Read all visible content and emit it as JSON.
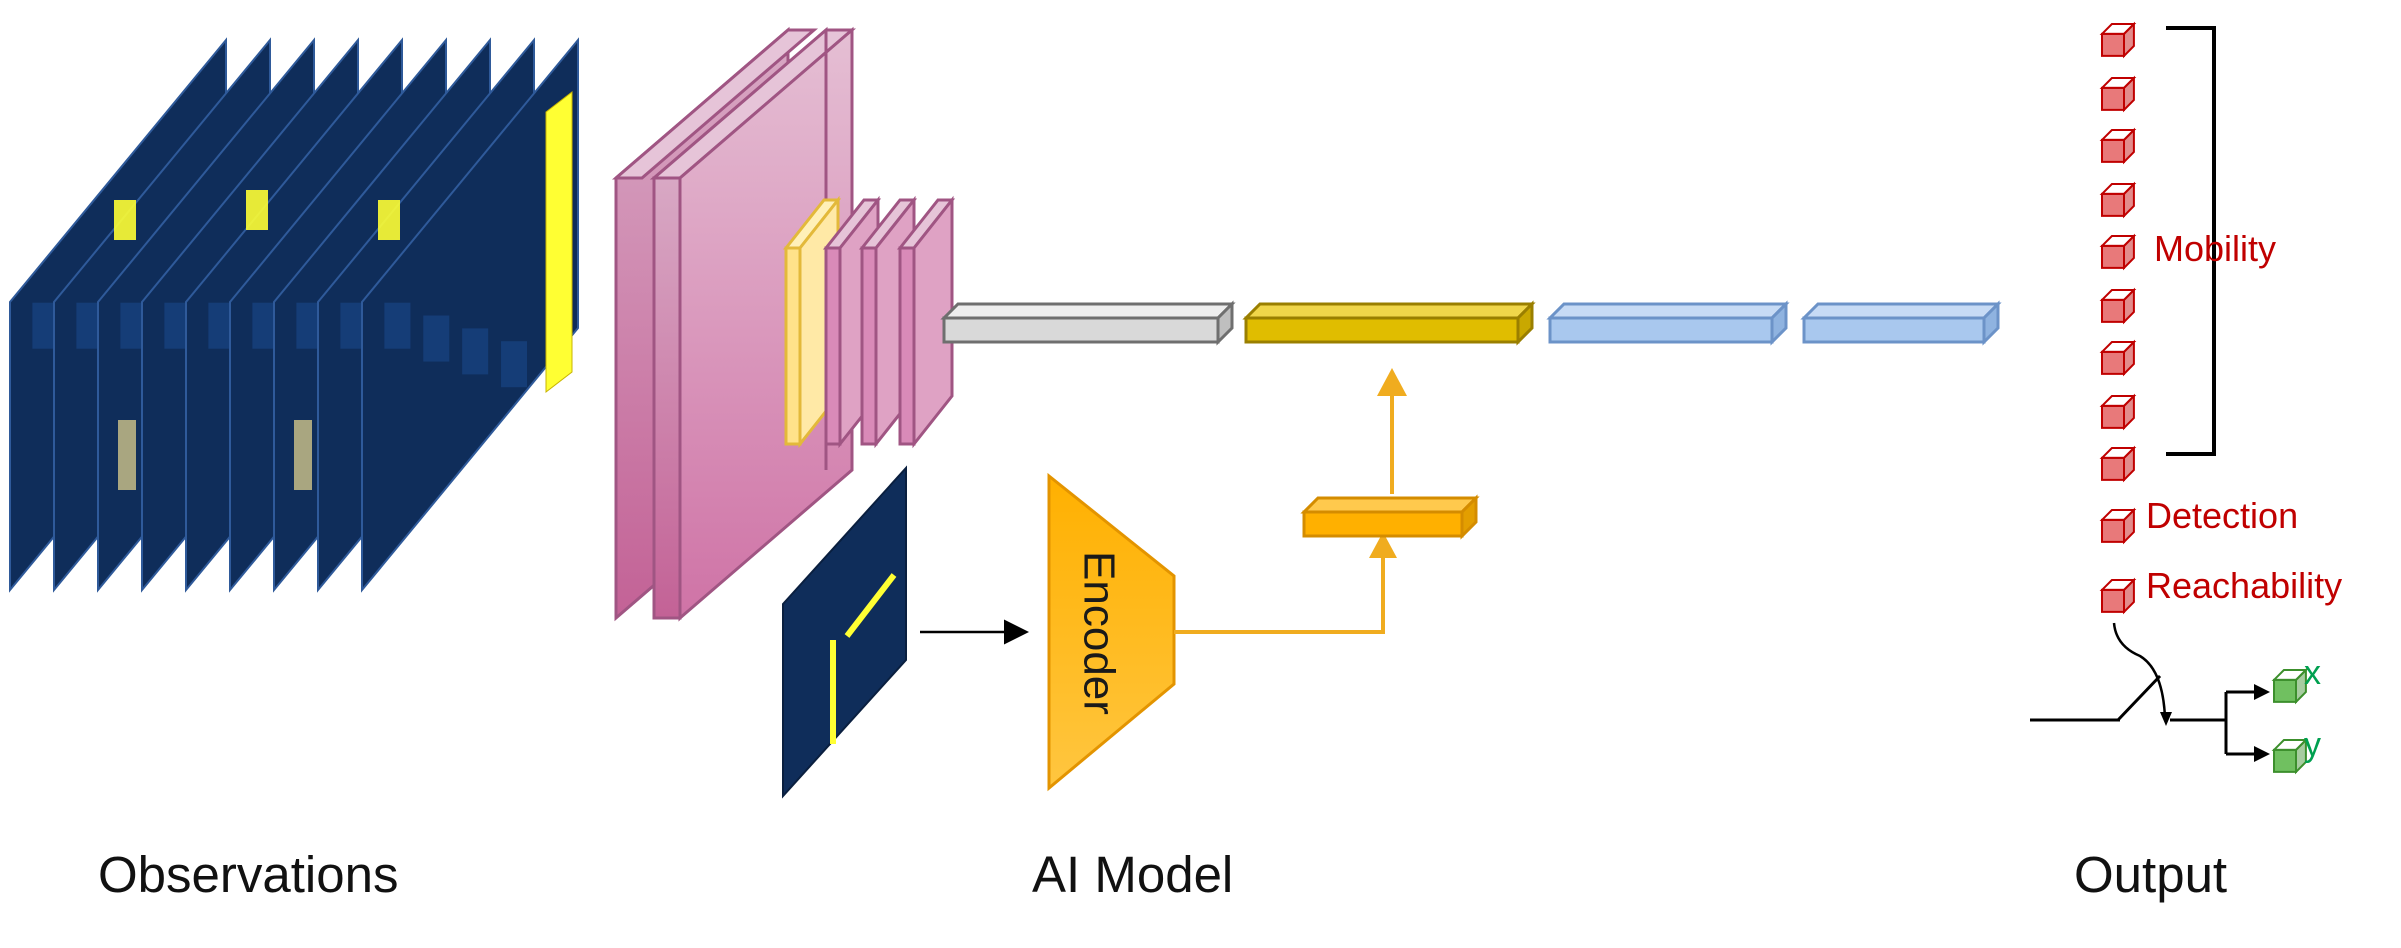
{
  "captions": {
    "observations": "Observations",
    "model": "AI Model",
    "output": "Output"
  },
  "encoder_label": "Encoder",
  "output_labels": {
    "mobility": "Mobility",
    "detection": "Detection",
    "reachability": "Reachability",
    "x": "x",
    "y": "y"
  },
  "colors": {
    "map_background": "#0f2d5a",
    "map_cell": "#1b4b8f",
    "map_highlight": "#ffff33",
    "conv_pink": "#d98ab8",
    "conv_yellow": "#ffe28a",
    "flatten_gray": "#d9d9d9",
    "fc_gold": "#e6c000",
    "fc_blue": "#a9c8ee",
    "encoder_orange": "#ffb000",
    "output_red": "#c00000",
    "output_green": "#70c060"
  }
}
